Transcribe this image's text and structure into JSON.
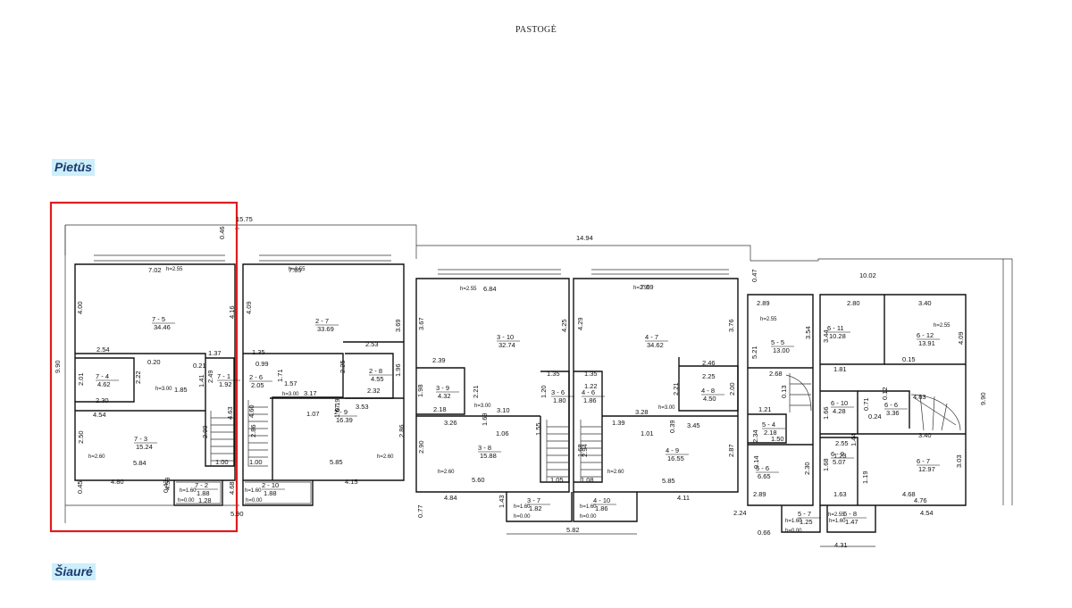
{
  "title": "PASTOGĖ",
  "compass": {
    "south": "Pietūs",
    "north": "Šiaurė"
  },
  "rooms": [
    {
      "id": "7 - 5",
      "area": "34.46"
    },
    {
      "id": "7 - 4",
      "area": "4.62"
    },
    {
      "id": "7 - 1",
      "area": "1.92"
    },
    {
      "id": "7 - 3",
      "area": "15.24"
    },
    {
      "id": "7 - 2",
      "area": "1.88"
    },
    {
      "id": "2 - 7",
      "area": "33.69"
    },
    {
      "id": "2 - 8",
      "area": "4.55"
    },
    {
      "id": "2 - 6",
      "area": "2.05"
    },
    {
      "id": "2 - 9",
      "area": "16.39"
    },
    {
      "id": "2 - 10",
      "area": "1.88"
    },
    {
      "id": "3 - 10",
      "area": "32.74"
    },
    {
      "id": "3 - 9",
      "area": "4.32"
    },
    {
      "id": "3 - 6",
      "area": "1.80"
    },
    {
      "id": "3 - 8",
      "area": "15.88"
    },
    {
      "id": "3 - 7",
      "area": "1.82"
    },
    {
      "id": "4 - 7",
      "area": "34.62"
    },
    {
      "id": "4 - 8",
      "area": "4.50"
    },
    {
      "id": "4 - 6",
      "area": "1.86"
    },
    {
      "id": "4 - 9",
      "area": "16.55"
    },
    {
      "id": "4 - 10",
      "area": "1.86"
    },
    {
      "id": "5 - 5",
      "area": "13.00"
    },
    {
      "id": "5 - 4",
      "area": "2.18"
    },
    {
      "id": "5 - 6",
      "area": "6.65"
    },
    {
      "id": "5 - 7",
      "area": "1.25"
    },
    {
      "id": "6 - 11",
      "area": "10.28"
    },
    {
      "id": "6 - 12",
      "area": "13.91"
    },
    {
      "id": "6 - 10",
      "area": "4.28"
    },
    {
      "id": "6 - 6",
      "area": "3.36"
    },
    {
      "id": "6 - 9",
      "area": "5.07"
    },
    {
      "id": "6 - 7",
      "area": "12.97"
    },
    {
      "id": "6 - 8",
      "area": "1.47"
    }
  ],
  "dimensions": [
    "15.75",
    "14.94",
    "10.02",
    "9.90",
    "9.90",
    "5.90",
    "5.82",
    "4.31",
    "7.02",
    "7.05",
    "6.84",
    "7.09",
    "2.89",
    "2.80",
    "3.40",
    "4.00",
    "4.16",
    "4.09",
    "3.69",
    "3.67",
    "4.25",
    "4.29",
    "3.76",
    "5.21",
    "3.54",
    "3.44",
    "4.09",
    "2.54",
    "2.53",
    "2.39",
    "2.46",
    "1.37",
    "1.35",
    "1.35",
    "1.35",
    "1.81",
    "4.63",
    "3.40",
    "4.54",
    "5.84",
    "4.80",
    "4.15",
    "5.85",
    "5.60",
    "4.84",
    "5.85",
    "4.11",
    "4.54",
    "4.68",
    "2.89",
    "1.63",
    "2.24",
    "3.26",
    "3.10",
    "3.28",
    "3.45",
    "1.39",
    "1.01",
    "1.06",
    "1.07",
    "1.00",
    "1.00",
    "1.05",
    "1.08",
    "2.50",
    "2.99",
    "2.86",
    "2.86",
    "2.90",
    "2.94",
    "2.87",
    "2.30",
    "3.03",
    "0.14",
    "2.30",
    "2.32",
    "2.18",
    "2.25",
    "2.25",
    "2.01",
    "2.22",
    "1.96",
    "1.98",
    "2.00",
    "2.21",
    "2.21",
    "3.17",
    "3.53",
    "0.46",
    "0.45",
    "0.43",
    "0.77",
    "0.47",
    "0.66",
    "0.20",
    "0.21",
    "0.99",
    "1.22",
    "1.20",
    "1.21",
    "1.50",
    "1.66",
    "1.68",
    "2.55",
    "2.68",
    "2.34",
    "1.23",
    "1.19",
    "1.68",
    "1.55",
    "4.60",
    "4.63",
    "4.76",
    "4.59",
    "4.68",
    "1.43",
    "1.28",
    "1.41",
    "2.49",
    "1.71",
    "1.57",
    "1.85",
    "0.15",
    "0.12",
    "0.24",
    "0.71",
    "0.13",
    "1.44",
    "1.67",
    "1.69",
    "0.19",
    "0.39",
    "0.32",
    "0.73"
  ],
  "heights": [
    "h=2.55",
    "h=2.60",
    "h=3.00",
    "h=1.60",
    "h=0.00"
  ],
  "selection_color": "#e01b1b",
  "highlight_color": "#cdeefb"
}
